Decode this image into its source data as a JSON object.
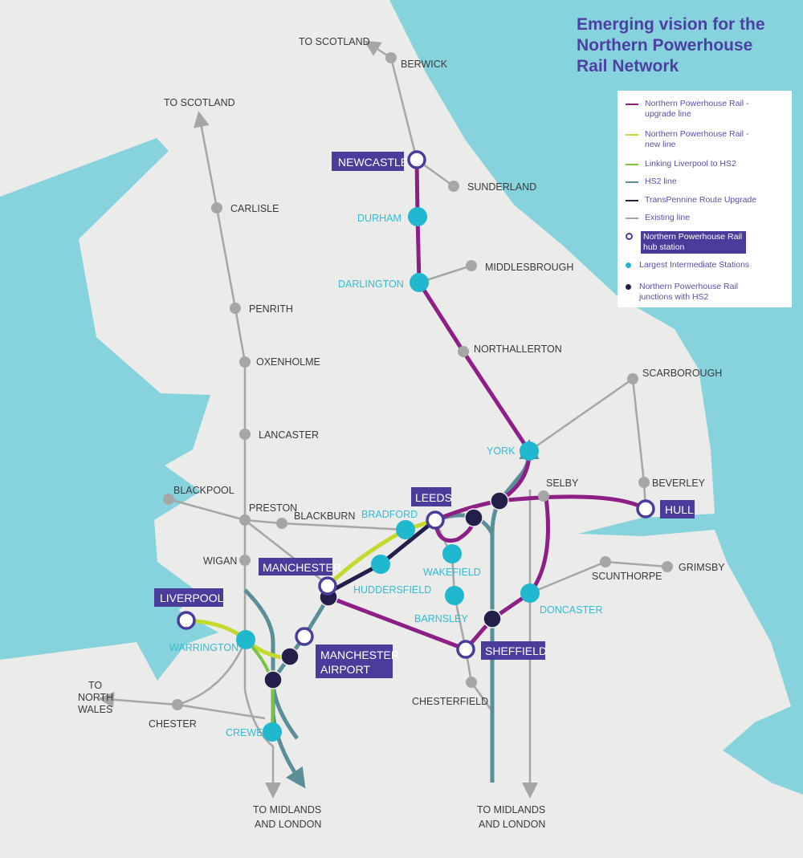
{
  "title": [
    "Emerging vision for the",
    "Northern Powerhouse",
    "Rail Network"
  ],
  "colors": {
    "npr_upgrade": "#8e1f86",
    "npr_new": "#c5d82c",
    "liverpool_hs2": "#7cc242",
    "hs2": "#5a8f98",
    "transpennine": "#231f4a",
    "existing": "#a6a6a6",
    "hub": "#4a3c9a",
    "intermediate": "#1fb8cf",
    "sea": "#86d3de",
    "land": "#ebebea"
  },
  "legend": [
    {
      "label": "Northern Powerhouse Rail - upgrade line"
    },
    {
      "label": "Northern Powerhouse Rail  - new line"
    },
    {
      "label": "Linking Liverpool to HS2"
    },
    {
      "label": "HS2 line"
    },
    {
      "label": "TransPennine Route Upgrade"
    },
    {
      "label": "Existing line"
    },
    {
      "label": "Northern Powerhouse Rail hub station"
    },
    {
      "label": "Largest Intermediate Stations"
    },
    {
      "label": "Northern Powerhouse Rail junctions with HS2"
    }
  ],
  "hubs": {
    "newcastle": "NEWCASTLE",
    "leeds": "LEEDS",
    "manchester": "MANCHESTER",
    "liverpool": "LIVERPOOL",
    "manchester_airport_1": "MANCHESTER",
    "manchester_airport_2": "AIRPORT",
    "sheffield": "SHEFFIELD",
    "hull": "HULL"
  },
  "intermediate": {
    "durham": "DURHAM",
    "darlington": "DARLINGTON",
    "york": "YORK",
    "bradford": "BRADFORD",
    "wakefield": "WAKEFIELD",
    "huddersfield": "HUDDERSFIELD",
    "barnsley": "BARNSLEY",
    "doncaster": "DONCASTER",
    "warrington": "WARRINGTON",
    "crewe": "CREWE"
  },
  "existing": {
    "berwick": "BERWICK",
    "sunderland": "SUNDERLAND",
    "middlesbrough": "MIDDLESBROUGH",
    "northallerton": "NORTHALLERTON",
    "scarborough": "SCARBOROUGH",
    "beverley": "BEVERLEY",
    "selby": "SELBY",
    "scunthorpe": "SCUNTHORPE",
    "grimsby": "GRIMSBY",
    "chesterfield": "CHESTERFIELD",
    "carlisle": "CARLISLE",
    "penrith": "PENRITH",
    "oxenholme": "OXENHOLME",
    "lancaster": "LANCASTER",
    "blackpool": "BLACKPOOL",
    "preston": "PRESTON",
    "blackburn": "BLACKBURN",
    "wigan": "WIGAN",
    "chester": "CHESTER"
  },
  "destinations": {
    "scotland_east": "TO SCOTLAND",
    "scotland_west": "TO SCOTLAND",
    "north_wales": [
      "TO",
      "NORTH",
      "WALES"
    ],
    "london_west": [
      "TO MIDLANDS",
      "AND LONDON"
    ],
    "london_east": [
      "TO MIDLANDS",
      "AND LONDON"
    ]
  }
}
